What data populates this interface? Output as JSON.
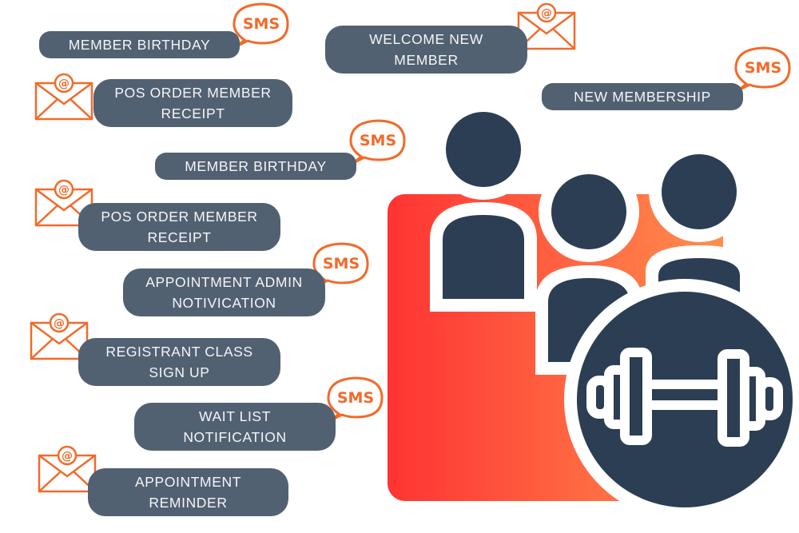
{
  "items": [
    {
      "label": "MEMBER BIRTHDAY",
      "channel": "sms"
    },
    {
      "label": "WELCOME NEW MEMBER",
      "channel": "email"
    },
    {
      "label": "NEW MEMBERSHIP",
      "channel": "sms"
    },
    {
      "label": "POS ORDER MEMBER RECEIPT",
      "channel": "email"
    },
    {
      "label": "MEMBER BIRTHDAY",
      "channel": "sms"
    },
    {
      "label": "POS ORDER MEMBER RECEIPT",
      "channel": "email"
    },
    {
      "label": "APPOINTMENT ADMIN NOTIVICATION",
      "channel": "sms"
    },
    {
      "label": "REGISTRANT CLASS SIGN UP",
      "channel": "email"
    },
    {
      "label": "WAIT LIST NOTIFICATION",
      "channel": "sms"
    },
    {
      "label": "APPOINTMENT REMINDER",
      "channel": "email"
    }
  ],
  "sms_label": "SMS",
  "email_symbol": "@",
  "colors": {
    "pill": "#526172",
    "accent": "#f26a2a",
    "navy": "#2b3e53",
    "gradient_start": "#ff3333",
    "gradient_end": "#ff8f4d"
  }
}
